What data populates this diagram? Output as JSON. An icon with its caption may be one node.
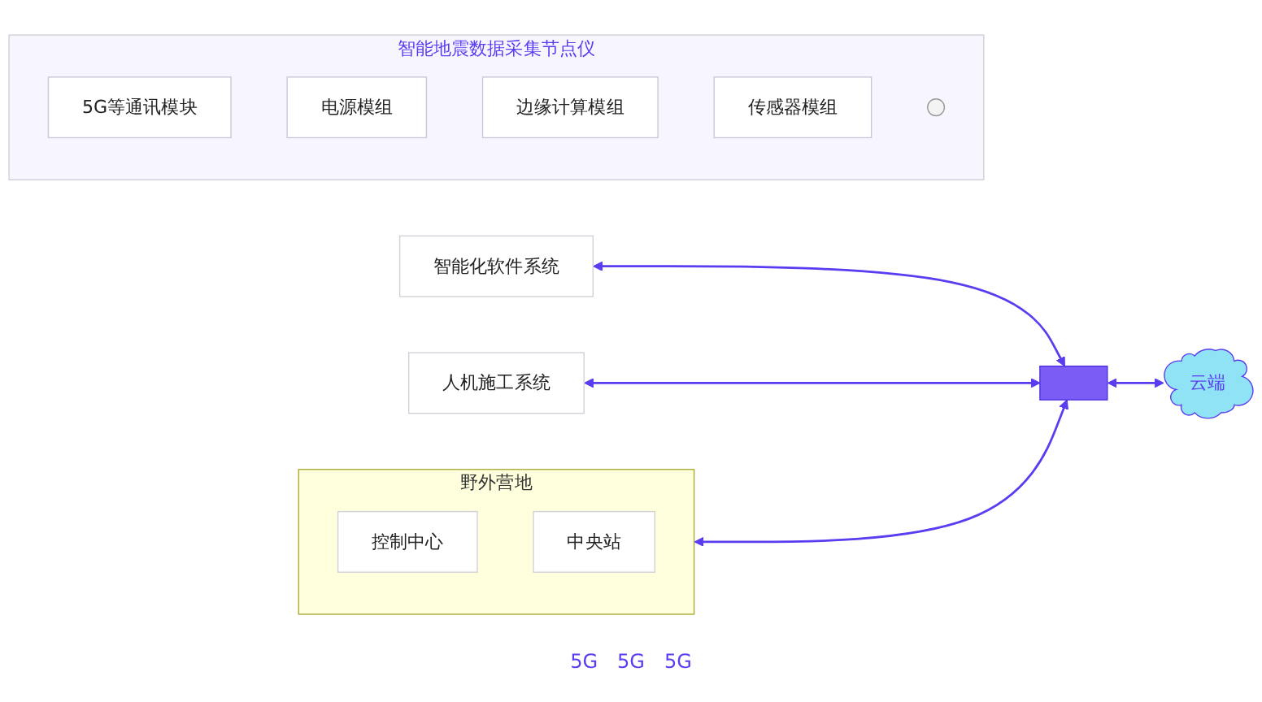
{
  "diagram": {
    "nodes": [
      {
        "text": [
          "智能化软件系统"
        ]
      },
      {
        "text": [
          "野外营地"
        ]
      },
      {
        "text": [
          "控制中心"
        ],
        "in": 1
      },
      {
        "text": [
          "中央站"
        ],
        "in": 1
      },
      {
        "text": [
          "人机施工系统"
        ]
      },
      {
        "text": [],
        "shape": "box"
      },
      {
        "text": [
          "云端"
        ]
      },
      {
        "text": [
          "智能地震数据采集节点仪"
        ]
      },
      {
        "text": [
          "5G等通讯模块"
        ],
        "in": 7
      },
      {
        "text": [
          "电源模组"
        ],
        "in": 7
      },
      {
        "text": [
          "边缘计算模组"
        ],
        "in": 7
      },
      {
        "text": [
          "传感器模组"
        ],
        "in": 7
      },
      {
        "text": [],
        "shape": "circle",
        "in": 7
      }
    ],
    "edges": [
      {
        "from": 0,
        "to": 5,
        "arrow": "both"
      },
      {
        "from": 1,
        "to": 5,
        "arrow": "both"
      },
      {
        "from": 4,
        "to": 5,
        "arrow": "both"
      },
      {
        "from": 5,
        "to": 6,
        "arrow": "both"
      }
    ],
    "labels": [
      "5G",
      "5G",
      "5G"
    ]
  }
}
